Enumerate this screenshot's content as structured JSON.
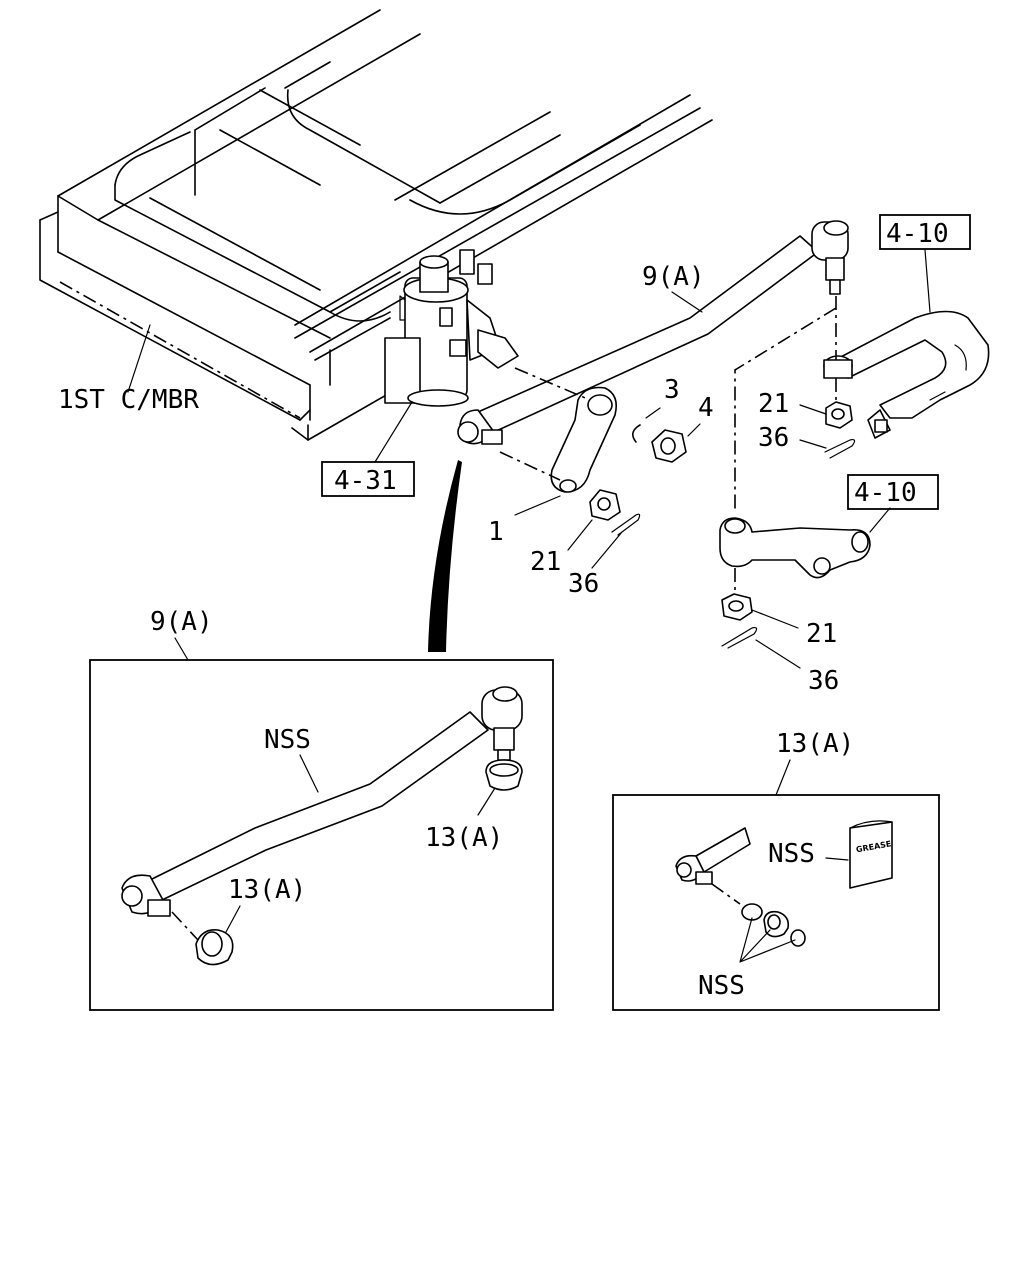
{
  "labels": {
    "crossmember": "1ST C/MBR",
    "ref_gearbox": "4-31",
    "ref_upper": "4-10",
    "ref_lower": "4-10",
    "drag_link": "9(A)",
    "inset_left_title": "9(A)",
    "inset_right_title": "13(A)",
    "part_1": "1",
    "part_3": "3",
    "part_4": "4",
    "part_21_a": "21",
    "part_36_a": "36",
    "part_21_b": "21",
    "part_36_b": "36",
    "part_21_c": "21",
    "part_36_c": "36",
    "inset_left_nss": "NSS",
    "inset_left_13a_upper": "13(A)",
    "inset_left_13a_lower": "13(A)",
    "inset_right_nss_top": "NSS",
    "inset_right_nss_bottom": "NSS",
    "grease_tag": "GREASE"
  }
}
